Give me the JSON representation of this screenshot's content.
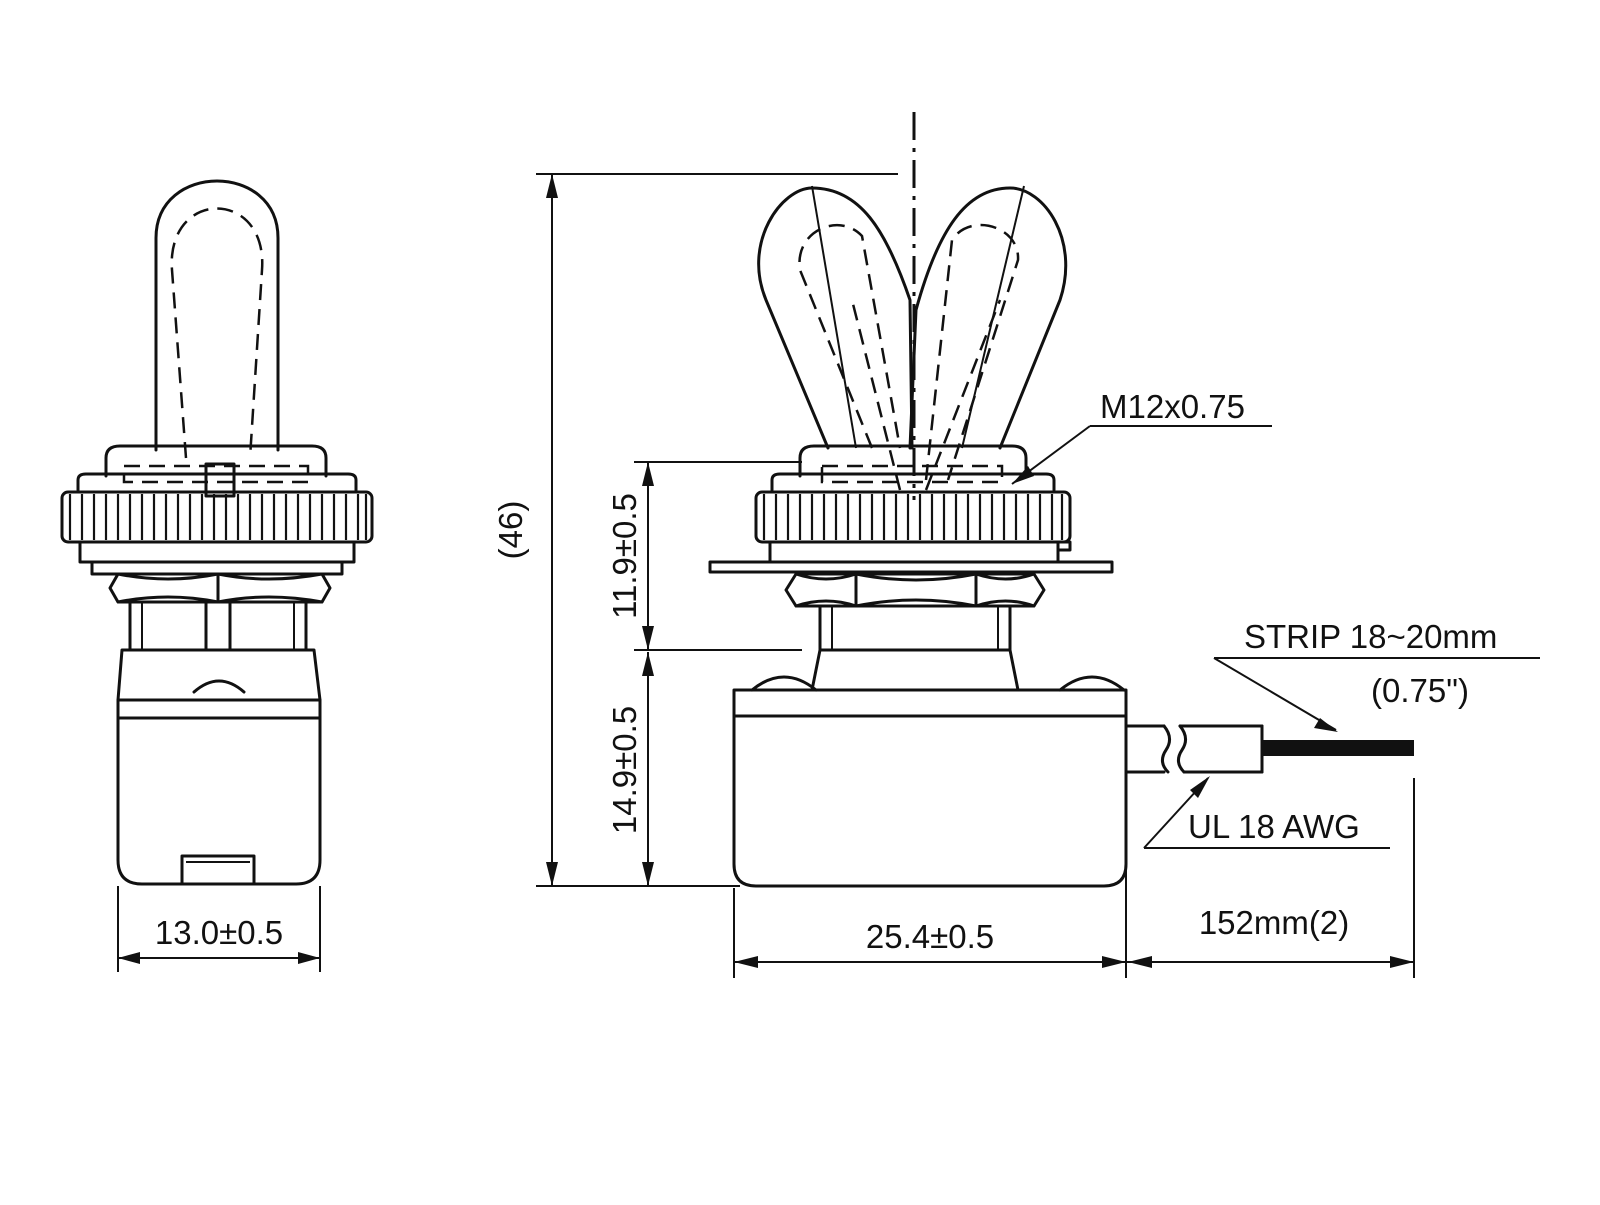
{
  "labels": {
    "width_side": "13.0±0.5",
    "overall_height": "(46)",
    "upper_height": "11.9±0.5",
    "lower_height": "14.9±0.5",
    "thread": "M12x0.75",
    "strip": "STRIP 18~20mm",
    "strip_inch": "(0.75\")",
    "wire_gauge": "UL 18 AWG",
    "body_width": "25.4±0.5",
    "lead_length": "152mm(2)"
  }
}
